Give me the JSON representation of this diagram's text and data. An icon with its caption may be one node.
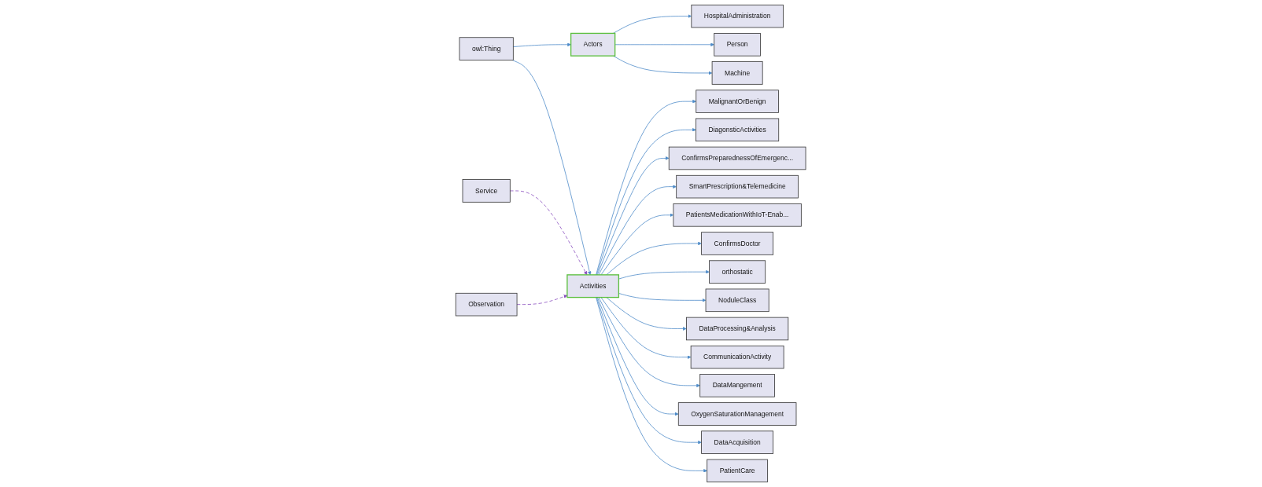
{
  "diagram": {
    "nodes": [
      {
        "text": [
          "MalignantOrBenign"
        ]
      },
      {
        "text": [
          "DiagonsticActivities"
        ]
      },
      {
        "text": [
          "ConfirmsPreparednessOfEmergenc..."
        ]
      },
      {
        "text": [
          "SmartPrescription&Telemedicine"
        ]
      },
      {
        "text": [
          "PatientsMedicationWithIoT-Enab..."
        ]
      },
      {
        "text": [
          "ConfirmsDoctor"
        ]
      },
      {
        "text": [
          "orthostatic"
        ]
      },
      {
        "text": [
          "NoduleClass"
        ]
      },
      {
        "text": [
          "DataProcessing&Analysis"
        ]
      },
      {
        "text": [
          "HospitalAdministration"
        ]
      },
      {
        "text": [
          "CommunicationActivity"
        ]
      },
      {
        "text": [
          "Actors"
        ]
      },
      {
        "text": [
          "Activities"
        ]
      },
      {
        "text": [
          "DataMangement"
        ]
      },
      {
        "text": [
          "Person"
        ]
      },
      {
        "text": [
          "OxygenSaturationManagement"
        ]
      },
      {
        "text": [
          "Machine"
        ]
      },
      {
        "text": [
          "DataAcquisition"
        ]
      },
      {
        "text": [
          "owl:Thing"
        ]
      },
      {
        "text": [
          "Service"
        ]
      },
      {
        "text": [
          "Observation"
        ]
      },
      {
        "text": [
          "PatientCare"
        ]
      }
    ],
    "edges": [
      {
        "from": 18,
        "to": 11,
        "arrow": "to"
      },
      {
        "from": 18,
        "to": 12,
        "arrow": "to"
      },
      {
        "from": 19,
        "to": 12,
        "arrow": "to",
        "style": "dashed",
        "color": "#8a4fbf"
      },
      {
        "from": 20,
        "to": 12,
        "arrow": "to",
        "style": "dashed",
        "color": "#8a4fbf"
      },
      {
        "from": 11,
        "to": 9,
        "arrow": "to"
      },
      {
        "from": 11,
        "to": 14,
        "arrow": "to"
      },
      {
        "from": 11,
        "to": 16,
        "arrow": "to"
      },
      {
        "from": 12,
        "to": 0,
        "arrow": "to"
      },
      {
        "from": 12,
        "to": 1,
        "arrow": "to"
      },
      {
        "from": 12,
        "to": 2,
        "arrow": "to"
      },
      {
        "from": 12,
        "to": 3,
        "arrow": "to"
      },
      {
        "from": 12,
        "to": 4,
        "arrow": "to"
      },
      {
        "from": 12,
        "to": 5,
        "arrow": "to"
      },
      {
        "from": 12,
        "to": 6,
        "arrow": "to"
      },
      {
        "from": 12,
        "to": 7,
        "arrow": "to"
      },
      {
        "from": 12,
        "to": 8,
        "arrow": "to"
      },
      {
        "from": 12,
        "to": 10,
        "arrow": "to"
      },
      {
        "from": 12,
        "to": 13,
        "arrow": "to"
      },
      {
        "from": 12,
        "to": 15,
        "arrow": "to"
      },
      {
        "from": 12,
        "to": 17,
        "arrow": "to"
      },
      {
        "from": 12,
        "to": 21,
        "arrow": "to"
      }
    ]
  }
}
